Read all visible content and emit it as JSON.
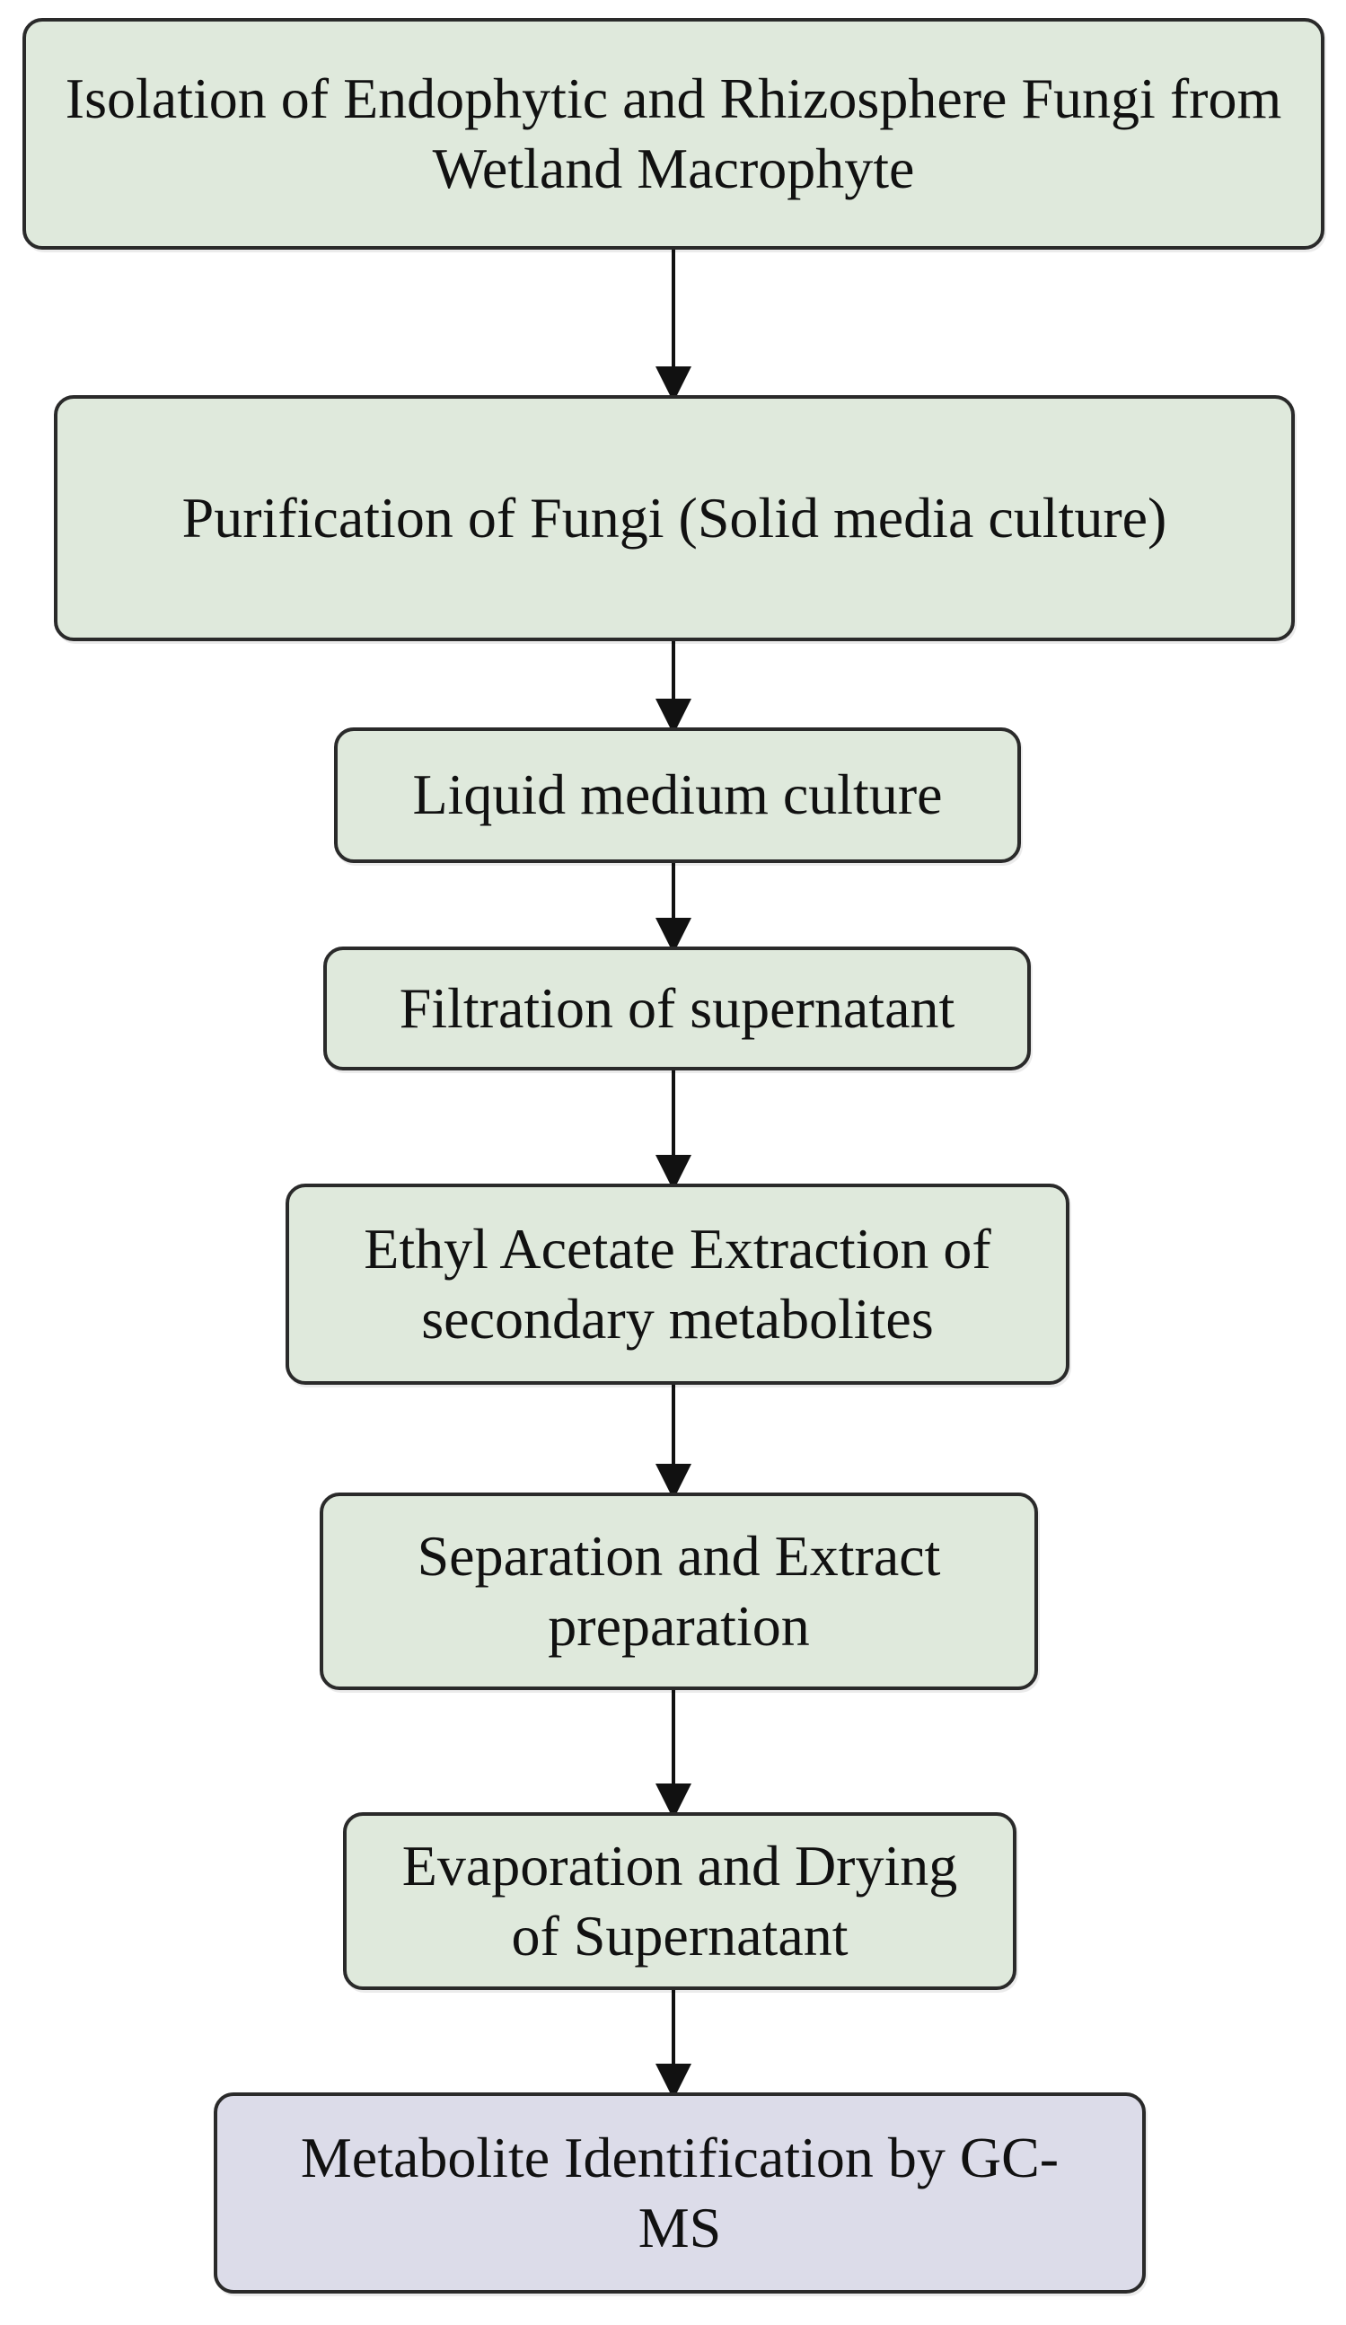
{
  "colors": {
    "step_fill": "#dfe9dc",
    "final_step_fill": "#dcdce9",
    "border": "#2a2a2a",
    "arrow": "#111111"
  },
  "steps": [
    {
      "label": "Isolation of Endophytic and Rhizosphere Fungi from Wetland Macrophyte"
    },
    {
      "label": "Purification of Fungi (Solid media culture)"
    },
    {
      "label": "Liquid medium culture"
    },
    {
      "label": "Filtration of supernatant"
    },
    {
      "label": "Ethyl Acetate Extraction of secondary metabolites"
    },
    {
      "label": "Separation and Extract preparation"
    },
    {
      "label": "Evaporation and Drying of Supernatant"
    },
    {
      "label": "Metabolite Identification by GC-MS"
    }
  ]
}
